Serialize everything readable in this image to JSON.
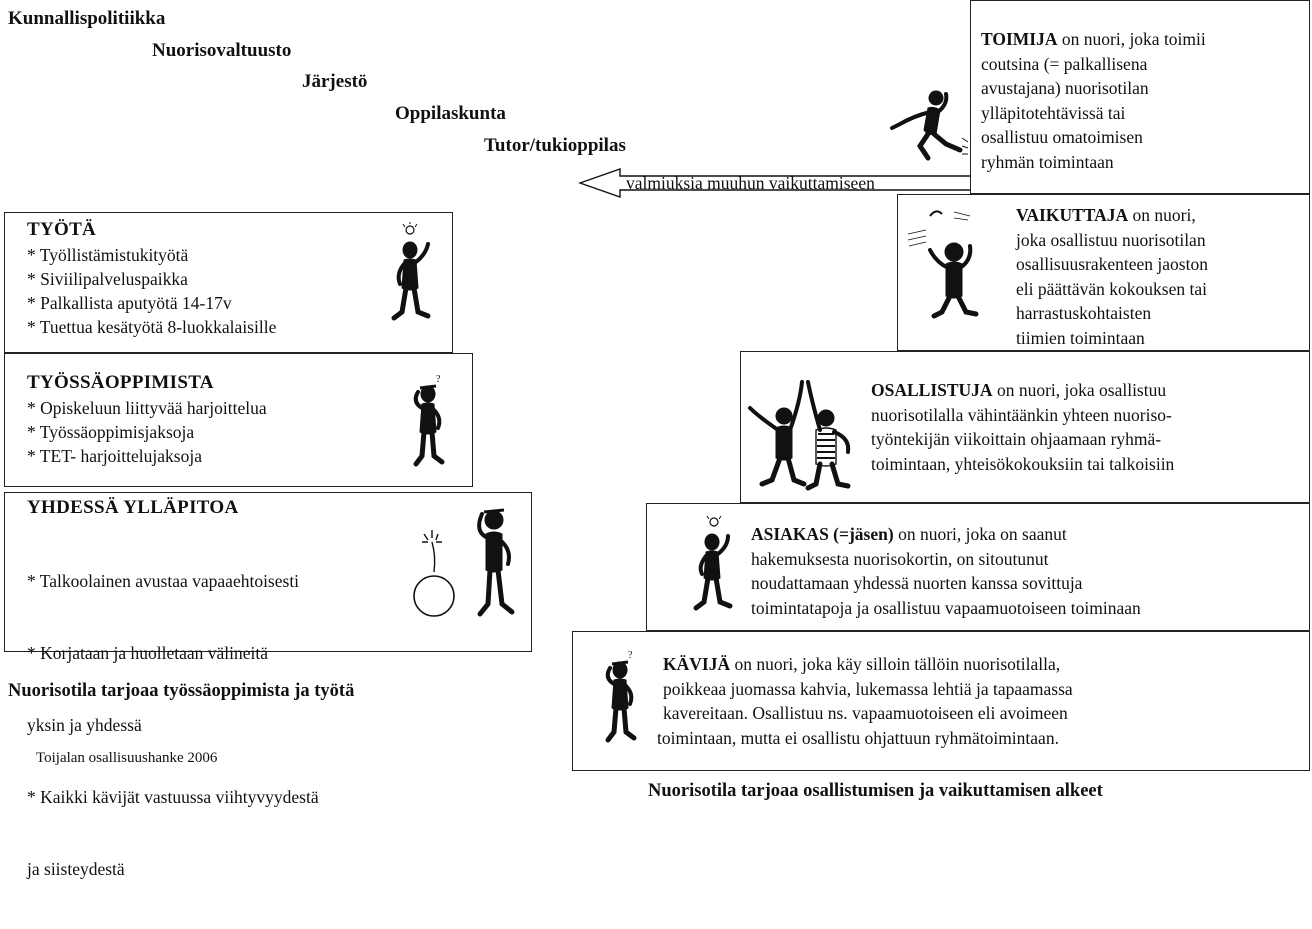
{
  "ladder": [
    "Kunnallispolitiikka",
    "Nuorisovaltuusto",
    "Järjestö",
    "Oppilaskunta",
    "Tutor/tukioppilas"
  ],
  "arrow_label": "valmiuksia muuhun vaikuttamiseen",
  "left_boxes": {
    "tyota": {
      "title": "TYÖTÄ",
      "items": [
        "* Työllistämistukityötä",
        "* Siviilipalveluspaikka",
        "* Palkallista aputyötä 14-17v",
        "* Tuettua kesätyötä 8-luokkalaisille"
      ]
    },
    "tyossaoppimista": {
      "title": "TYÖSSÄOPPIMISTA",
      "items": [
        "* Opiskeluun liittyvää harjoittelua",
        "* Työssäoppimisjaksoja",
        "* TET- harjoittelujaksoja"
      ]
    },
    "yhdessa": {
      "title": "YHDESSÄ YLLÄPITOA",
      "items": [
        "* Talkoolainen avustaa vapaaehtoisesti",
        "* Korjataan ja huolletaan välineitä",
        "  yksin ja yhdessä",
        "* Kaikki kävijät vastuussa viihtyvyydestä",
        "  ja siisteydestä"
      ]
    }
  },
  "left_caption": "Nuorisotila tarjoaa työssäoppimista ja työtä",
  "credit": "Toijalan osallisuushanke 2006",
  "right_boxes": {
    "toimija": {
      "keyword": "TOIMIJA",
      "lines": [
        " on nuori, joka toimii",
        "coutsina (= palkallisena",
        "avustajana) nuorisotilan",
        "ylläpitotehtävissä tai",
        "osallistuu omatoimisen",
        "ryhmän toimintaan"
      ]
    },
    "vaikuttaja": {
      "keyword": "VAIKUTTAJA",
      "lines": [
        " on nuori,",
        "joka osallistuu nuorisotilan",
        "osallisuusrakenteen jaoston",
        "eli päättävän kokouksen tai",
        "harrastuskohtaisten",
        "tiimien toimintaan"
      ]
    },
    "osallistuja": {
      "keyword": "OSALLISTUJA",
      "lines": [
        " on nuori, joka osallistuu",
        "nuorisotilalla vähintäänkin yhteen nuoriso-",
        "työntekijän viikoittain ohjaamaan ryhmä-",
        "toimintaan, yhteisökokouksiin tai talkoisiin"
      ]
    },
    "asiakas": {
      "keyword": "ASIAKAS (=jäsen)",
      "lines": [
        " on nuori, joka on saanut",
        "hakemuksesta nuorisokortin, on sitoutunut",
        "noudattamaan yhdessä nuorten kanssa sovittuja",
        "toimintatapoja  ja osallistuu vapaamuotoiseen toiminaan"
      ]
    },
    "kavija": {
      "keyword": "KÄVIJÄ",
      "lines": [
        " on nuori, joka käy silloin tällöin nuorisotilalla,",
        "poikkeaa juomassa kahvia, lukemassa lehtiä ja tapaamassa",
        "kavereitaan. Osallistuu ns. vapaamuotoiseen eli avoimeen",
        "toimintaan, mutta ei osallistu ohjattuun ryhmätoimintaan."
      ]
    }
  },
  "right_caption": "Nuorisotila tarjoaa osallistumisen ja vaikuttamisen alkeet",
  "figure_icons": [
    "jumping-figure-icon",
    "juggling-figure-icon",
    "high-five-figures-icon",
    "lightbulb-figure-icon",
    "thinking-figure-icon",
    "bomb-icon"
  ]
}
